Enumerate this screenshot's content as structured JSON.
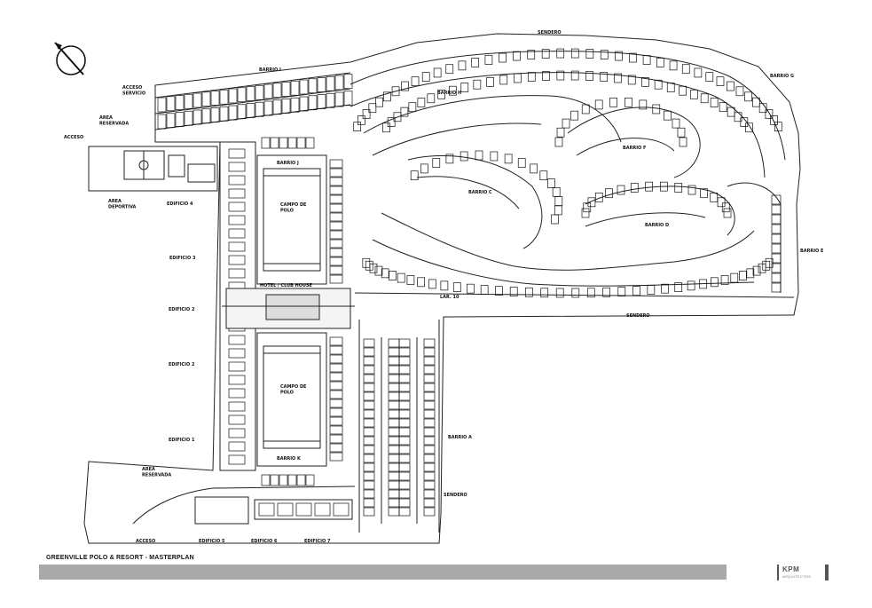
{
  "map": {
    "labels": {
      "sendero_top": "SENDERO",
      "barrio_i": "BARRIO I",
      "barrio_g": "BARRIO G",
      "barrio_h": "BARRIO H",
      "barrio_f": "BARRIO F",
      "barrio_e": "BARRIO E",
      "barrio_d": "BARRIO D",
      "barrio_c": "BARRIO C",
      "barrio_j": "BARRIO J",
      "barrio_k": "BARRIO K",
      "barrio_a": "BARRIO A",
      "acceso_servicio": "ACCESO\nSERVICIO",
      "area_reservada_top": "AREA\nRESERVADA",
      "acceso_top": "ACCESO",
      "area_deportiva": "AREA\nDEPORTIVA",
      "edificio_4": "EDIFICIO 4",
      "edificio_3": "EDIFICIO 3",
      "edificio_2_upper": "EDIFICIO 2",
      "edificio_2_lower": "EDIFICIO 2",
      "edificio_1": "EDIFICIO 1",
      "edificio_5": "EDIFICIO 5",
      "edificio_6": "EDIFICIO 6",
      "edificio_7": "EDIFICIO 7",
      "campo_polo_top": "CAMPO DE\nPOLO",
      "campo_polo_bottom": "CAMPO DE\nPOLO",
      "hotel_club": "HOTEL / CLUB HOUSE",
      "area_reservada_bottom": "AREA\nRESERVADA",
      "acceso_bottom": "ACCESO",
      "sendero_right": "SENDERO",
      "sendero_bottom": "SENDERO",
      "arroyo": "LAR. 10"
    },
    "icons": {
      "north_arrow": "north-arrow-icon"
    }
  },
  "footer": {
    "title": "GREENVILLE POLO & RESORT - MASTERPLAN",
    "logo_name": "KPM",
    "logo_sub": "ARQUITECTOS"
  }
}
